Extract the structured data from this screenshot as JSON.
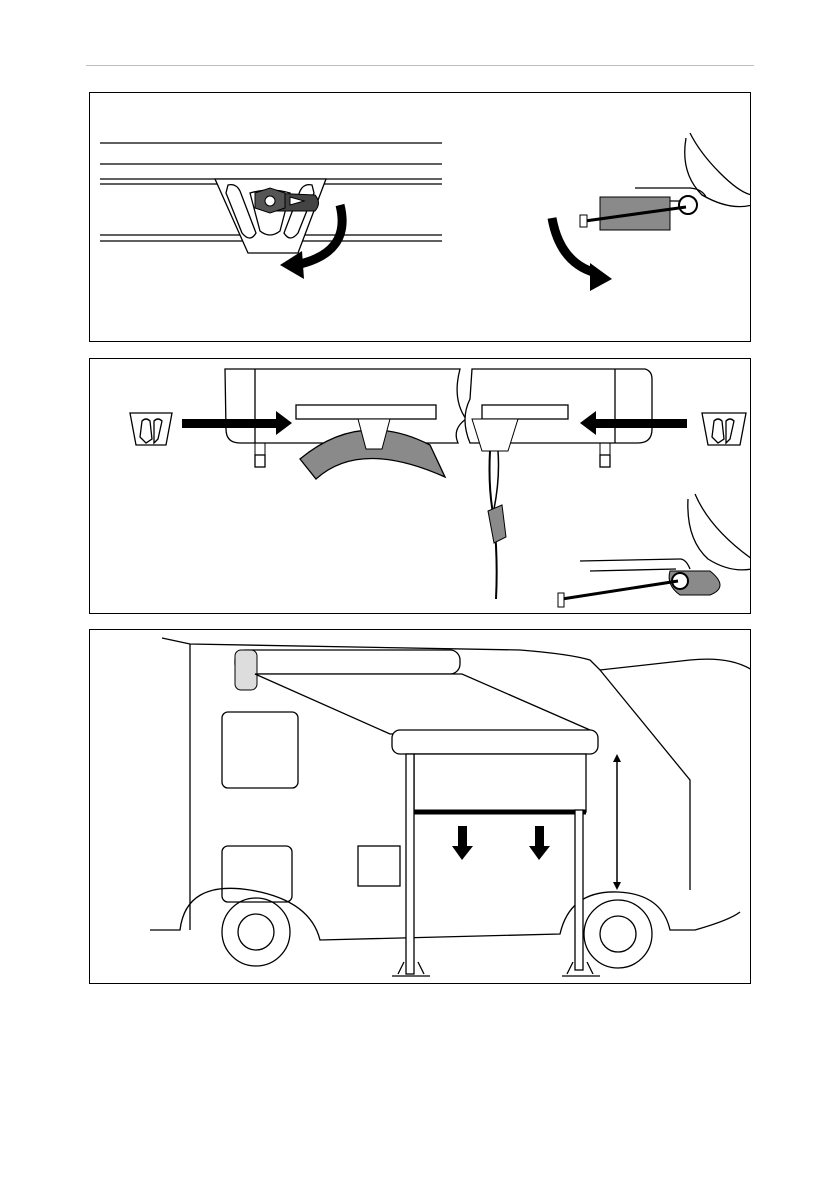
{
  "page": {
    "panels": [
      {
        "id": "panel-1",
        "content": ""
      },
      {
        "id": "panel-2",
        "content": ""
      },
      {
        "id": "panel-3",
        "content": ""
      }
    ]
  },
  "colors": {
    "line": "#000000",
    "fill_gray": "#8a8a8a",
    "fill_light": "#d9d9d9",
    "rule": "#bdbdbd"
  },
  "icons": [
    "curved-arrow-icon",
    "straight-arrow-icon",
    "down-arrow-icon",
    "double-arrow-icon"
  ]
}
